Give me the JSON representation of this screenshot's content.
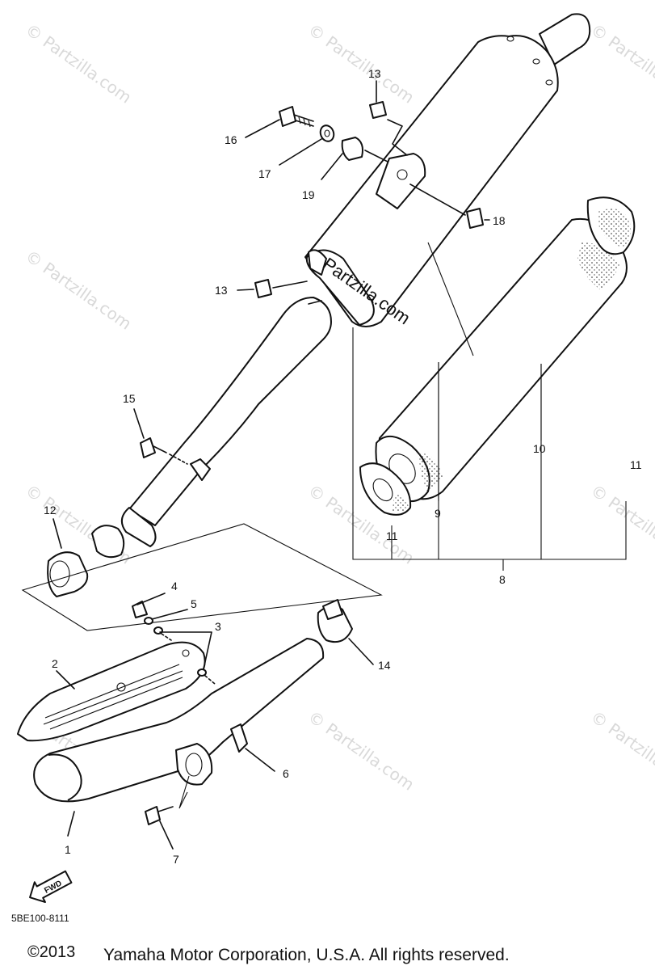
{
  "callouts": [
    {
      "id": "c1",
      "label": "1"
    },
    {
      "id": "c2",
      "label": "2"
    },
    {
      "id": "c3",
      "label": "3"
    },
    {
      "id": "c4",
      "label": "4"
    },
    {
      "id": "c5",
      "label": "5"
    },
    {
      "id": "c6",
      "label": "6"
    },
    {
      "id": "c7",
      "label": "7"
    },
    {
      "id": "c8",
      "label": "8"
    },
    {
      "id": "c9",
      "label": "9"
    },
    {
      "id": "c10",
      "label": "10"
    },
    {
      "id": "c11a",
      "label": "11"
    },
    {
      "id": "c11b",
      "label": "11"
    },
    {
      "id": "c12",
      "label": "12"
    },
    {
      "id": "c13a",
      "label": "13"
    },
    {
      "id": "c13b",
      "label": "13"
    },
    {
      "id": "c14",
      "label": "14"
    },
    {
      "id": "c15",
      "label": "15"
    },
    {
      "id": "c16",
      "label": "16"
    },
    {
      "id": "c17",
      "label": "17"
    },
    {
      "id": "c18",
      "label": "18"
    },
    {
      "id": "c19",
      "label": "19"
    }
  ],
  "watermark": "© Partzilla.com",
  "inline_brand": "Partzilla.com",
  "fwd_label": "FWD",
  "diagram_code": "5BE100-8111",
  "copyright": {
    "year": "©2013",
    "text": "Yamaha Motor Corporation, U.S.A. All rights reserved."
  }
}
